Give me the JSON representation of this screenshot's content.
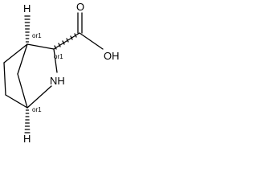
{
  "molecule": {
    "atoms": {
      "h_top": "H",
      "h_bottom": "H",
      "nh": "NH",
      "oh": "OH",
      "o": "O"
    },
    "stereo": {
      "c1": "or1",
      "c3": "or1",
      "c4": "or1"
    },
    "colors": {
      "bond": "#000000",
      "background": "#ffffff"
    }
  }
}
